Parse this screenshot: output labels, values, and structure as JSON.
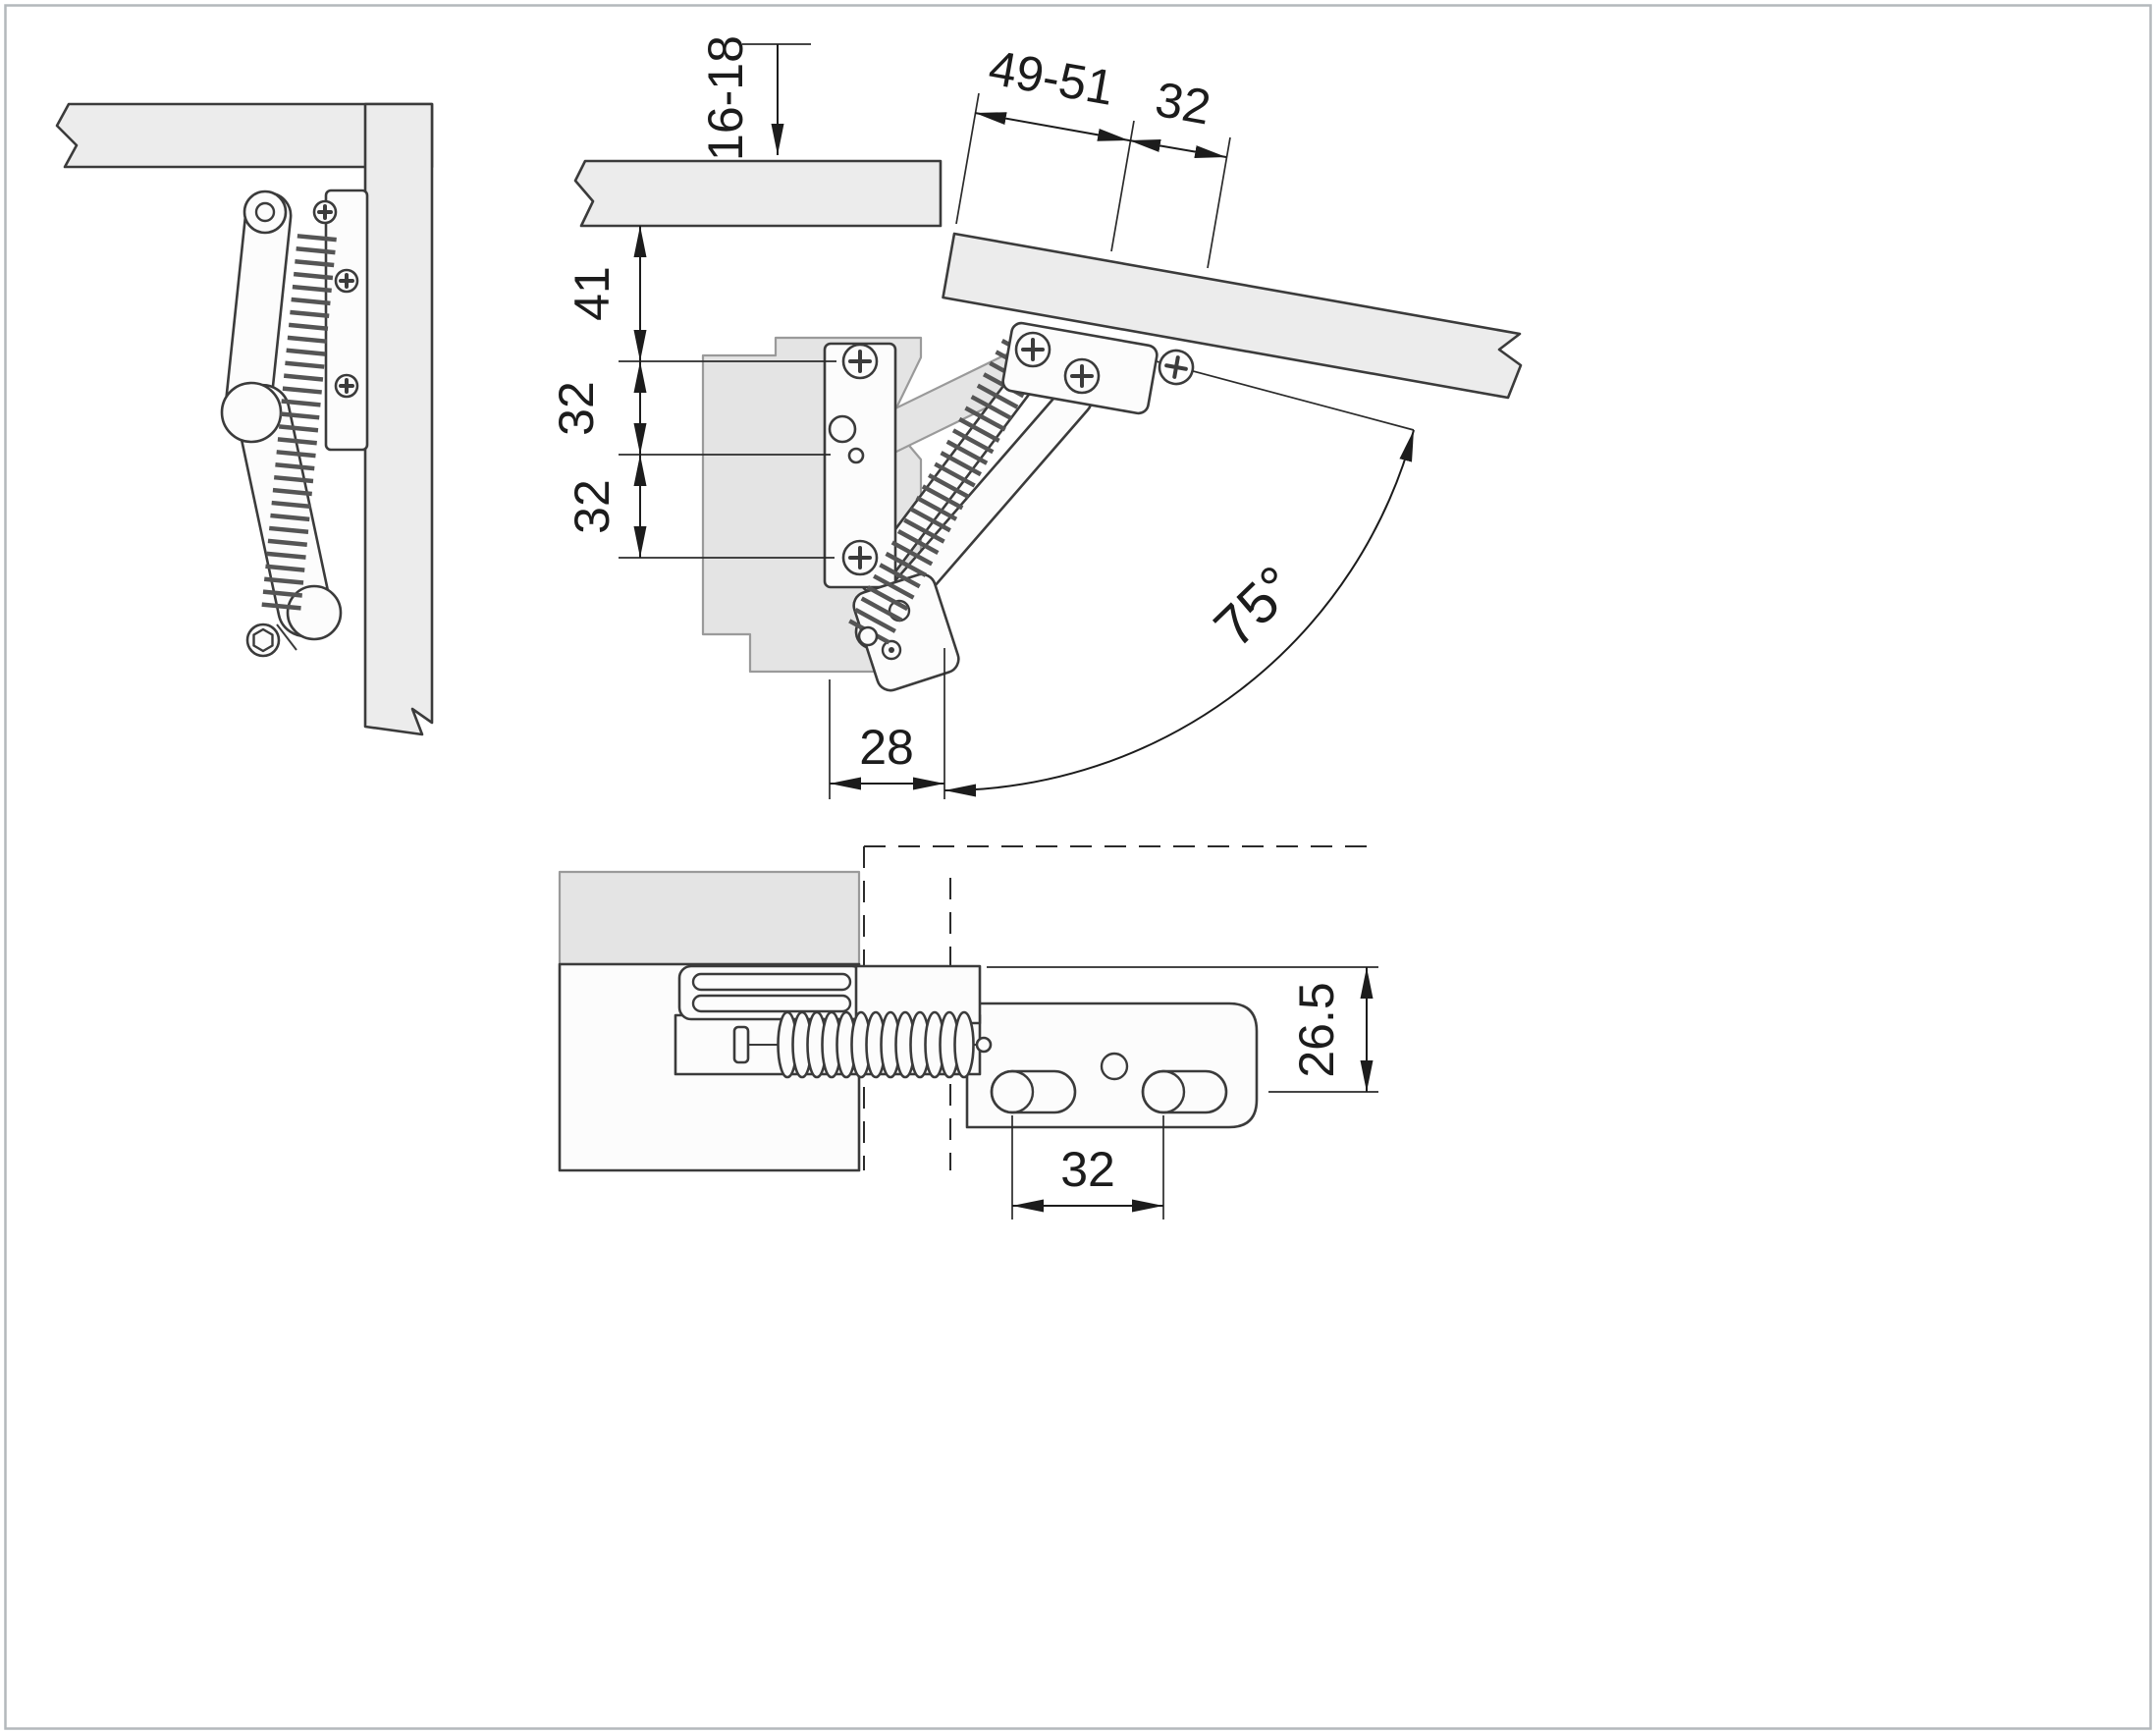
{
  "dimensions": {
    "open_view": {
      "top_panel_thickness": "16-18",
      "flap_edge_to_first_row": "49-51",
      "flap_row_pitch": "32",
      "panel_to_first_hole": "41",
      "first_to_second_hole": "32",
      "second_to_third_hole": "32",
      "pivot_setback": "28",
      "opening_angle": "75°"
    },
    "plan_view": {
      "bracket_depth": "26.5",
      "slot_pitch": "32"
    }
  },
  "colors": {
    "line": "#3b3b3b",
    "panel_fill": "#ececec",
    "mechanism_gray": "#e4e4e4",
    "background": "#ffffff",
    "frame": "#b4b9bc"
  }
}
